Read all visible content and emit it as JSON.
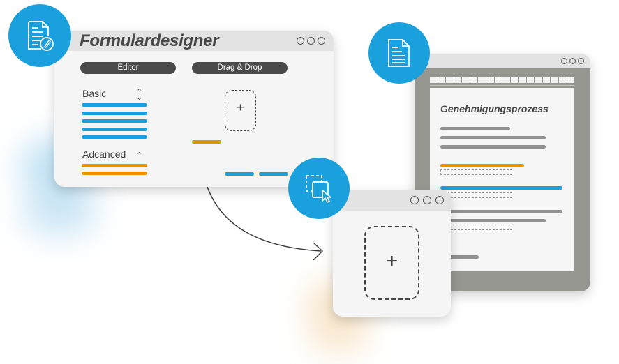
{
  "designer_window": {
    "title": "Formulardesigner",
    "tabs": [
      {
        "label": "Editor"
      },
      {
        "label": "Drag & Drop"
      }
    ],
    "sections": [
      {
        "label": "Basic",
        "chevron": "chevron-up-down-icon",
        "bar_color": "#1aa0dc",
        "bar_count": 5
      },
      {
        "label": "Adcanced",
        "chevron": "chevron-up-icon",
        "bar_color": "#e39300",
        "bar_count": 2
      }
    ],
    "dropzone_symbol": "+"
  },
  "drop_window": {
    "dropzone_symbol": "+"
  },
  "document_window": {
    "title": "Genehmigungsprozess",
    "ruler_segments": 18
  },
  "icons": {
    "form_designer": "document-edit-icon",
    "document": "document-icon",
    "drag_drop": "drag-drop-icon"
  },
  "colors": {
    "accent_blue": "#1aa0dc",
    "accent_orange": "#e39300",
    "frame_gray": "#979792",
    "text_dark": "#474747"
  }
}
